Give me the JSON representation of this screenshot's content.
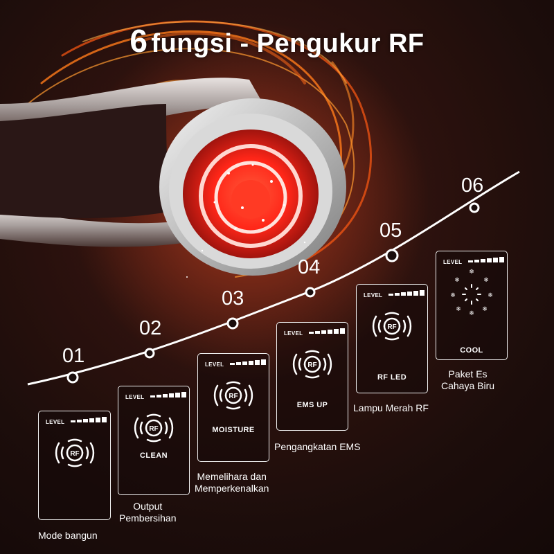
{
  "title": {
    "number": "6",
    "text": "fungsi - Pengukur RF"
  },
  "level_label": "LEVEL",
  "rf_label": "RF",
  "steps": [
    {
      "number": "01",
      "mode": "",
      "caption_line1": "Mode bangun",
      "caption_line2": "",
      "icon": "rf-waves-icon"
    },
    {
      "number": "02",
      "mode": "CLEAN",
      "caption_line1": "Output",
      "caption_line2": "Pembersihan",
      "icon": "rf-waves-icon"
    },
    {
      "number": "03",
      "mode": "MOISTURE",
      "caption_line1": "Memelihara dan",
      "caption_line2": "Memperkenalkan",
      "icon": "rf-waves-icon"
    },
    {
      "number": "04",
      "mode": "EMS UP",
      "caption_line1": "Pengangkatan EMS",
      "caption_line2": "",
      "icon": "rf-waves-icon"
    },
    {
      "number": "05",
      "mode": "RF LED",
      "caption_line1": "Lampu Merah RF",
      "caption_line2": "",
      "icon": "rf-waves-icon"
    },
    {
      "number": "06",
      "mode": "COOL",
      "caption_line1": "Paket Es",
      "caption_line2": "Cahaya Biru",
      "icon": "snowflake-icon"
    }
  ],
  "colors": {
    "accent_red": "#ff2a1a",
    "glow_orange": "#ff7a1a",
    "text": "#ffffff"
  }
}
